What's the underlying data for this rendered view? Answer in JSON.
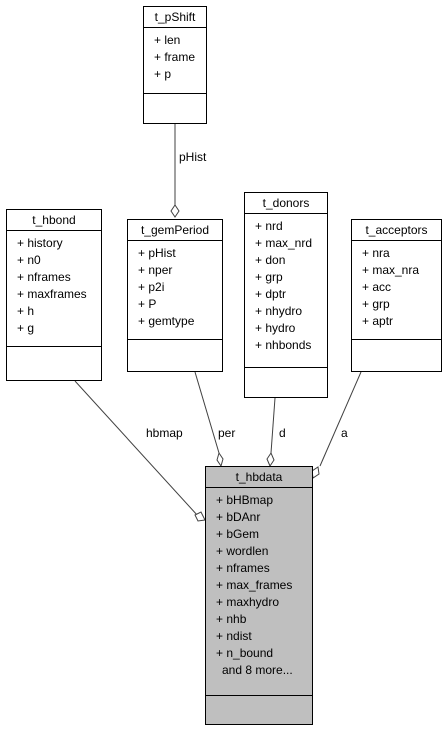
{
  "classes": {
    "t_pShift": {
      "name": "t_pShift",
      "members": [
        "+ len",
        "+ frame",
        "+ p"
      ]
    },
    "t_hbond": {
      "name": "t_hbond",
      "members": [
        "+ history",
        "+ n0",
        "+ nframes",
        "+ maxframes",
        "+ h",
        "+ g"
      ]
    },
    "t_gemPeriod": {
      "name": "t_gemPeriod",
      "members": [
        "+ pHist",
        "+ nper",
        "+ p2i",
        "+ P",
        "+ gemtype"
      ]
    },
    "t_donors": {
      "name": "t_donors",
      "members": [
        "+ nrd",
        "+ max_nrd",
        "+ don",
        "+ grp",
        "+ dptr",
        "+ nhydro",
        "+ hydro",
        "+ nhbonds"
      ]
    },
    "t_acceptors": {
      "name": "t_acceptors",
      "members": [
        "+ nra",
        "+ max_nra",
        "+ acc",
        "+ grp",
        "+ aptr"
      ]
    },
    "t_hbdata": {
      "name": "t_hbdata",
      "members": [
        "+ bHBmap",
        "+ bDAnr",
        "+ bGem",
        "+ wordlen",
        "+ nframes",
        "+ max_frames",
        "+ maxhydro",
        "+ nhb",
        "+ ndist",
        "+ n_bound"
      ],
      "more": "and 8 more..."
    }
  },
  "edges": {
    "pHist": "pHist",
    "hbmap": "hbmap",
    "per": "per",
    "d": "d",
    "a": "a"
  },
  "colors": {
    "highlight": "#bfbfbf",
    "line": "#404040"
  }
}
